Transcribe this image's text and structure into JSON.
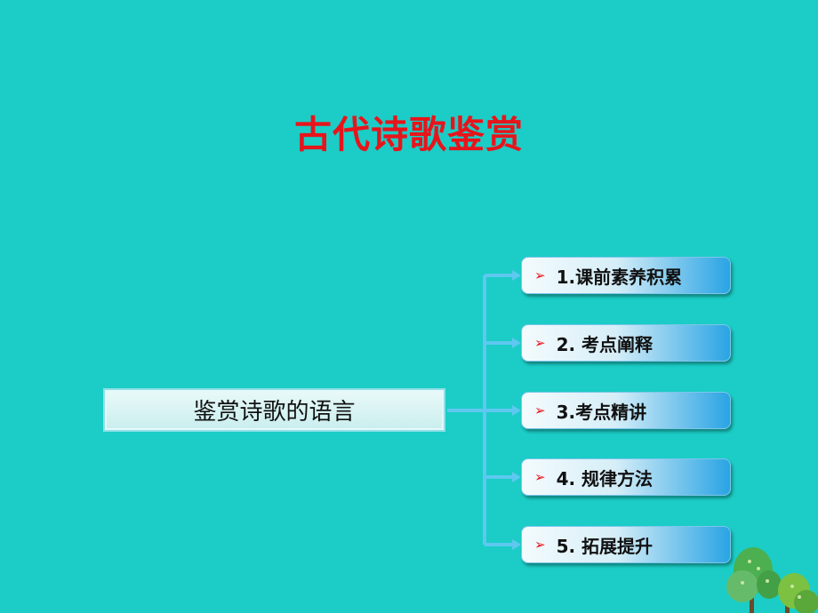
{
  "title": "古代诗歌鉴赏",
  "topic": "鉴赏诗歌的语言",
  "items": [
    {
      "label": "1.课前素养积累"
    },
    {
      "label": "2. 考点阐释"
    },
    {
      "label": "3.考点精讲"
    },
    {
      "label": "4. 规律方法"
    },
    {
      "label": "5. 拓展提升"
    }
  ],
  "icons": {
    "item_bullet": "red-arrowhead-icon",
    "decoration": "tree-clipart-icon"
  },
  "colors": {
    "background": "#1bcdc6",
    "title": "#e8141b",
    "connector": "#5ec8f0"
  }
}
